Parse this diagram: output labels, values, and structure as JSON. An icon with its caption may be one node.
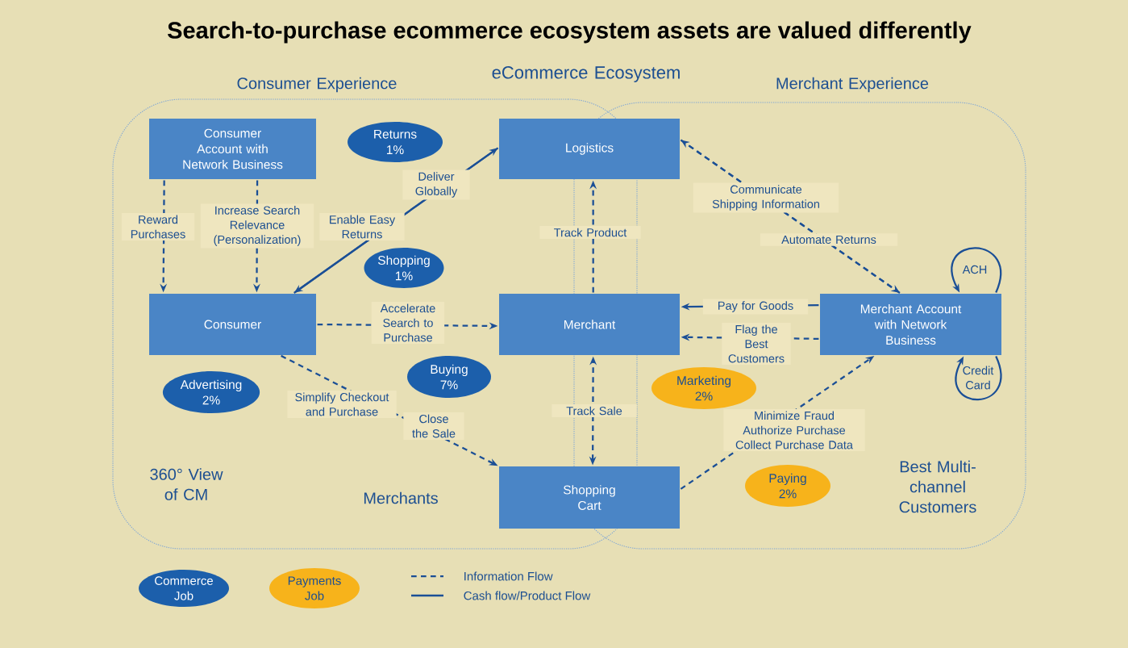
{
  "diagram": {
    "title": "Search-to-purchase ecommerce ecosystem assets are valued differently",
    "nodes": [
      {
        "text": [
          "Consumer Experience",
          "360° View of CM",
          "Merchants"
        ]
      },
      {
        "text": [
          "Merchant Experience",
          "Best Multi-channel Customers"
        ]
      },
      {
        "text": [
          "Consumer Account with Network Business"
        ],
        "in": 0
      },
      {
        "text": [
          "Returns 1%"
        ],
        "in": 0
      },
      {
        "text": [
          "Logistics"
        ]
      },
      {
        "text": [
          "Shopping 1%"
        ],
        "in": 0
      },
      {
        "text": [
          "Consumer"
        ],
        "in": 0
      },
      {
        "text": [
          "Merchant"
        ]
      },
      {
        "text": [
          "Merchant Account with Network Business"
        ],
        "in": 1
      },
      {
        "text": [
          "Advertising 2%"
        ],
        "in": 0
      },
      {
        "text": [
          "Buying 7%"
        ],
        "in": 0
      },
      {
        "text": [
          "Marketing 2%"
        ],
        "in": 1
      },
      {
        "text": [
          "Shopping Cart"
        ]
      },
      {
        "text": [
          "Paying 2%"
        ],
        "in": 1
      }
    ],
    "edges": [
      {
        "from": 2,
        "to": 6,
        "arrow": "to",
        "label": "Reward Purchases",
        "style": "dashed"
      },
      {
        "from": 2,
        "to": 6,
        "arrow": "to",
        "label": "Increase Search Relevance (Personalization)",
        "style": "dashed"
      },
      {
        "from": 6,
        "to": 4,
        "arrow": "to",
        "label": "Deliver Globally"
      },
      {
        "from": 4,
        "to": 6,
        "arrow": "to",
        "label": "Enable Easy Returns"
      },
      {
        "from": 6,
        "to": 7,
        "arrow": "to",
        "label": "Accelerate Search to Purchase",
        "style": "dashed"
      },
      {
        "from": 6,
        "to": 12,
        "arrow": "to",
        "label": "Simplify Checkout and Purchase",
        "style": "dashed"
      },
      {
        "from": 7,
        "to": 4,
        "arrow": "to",
        "label": "Track Product",
        "style": "dashed"
      },
      {
        "from": 12,
        "to": 7,
        "arrow": "both",
        "label": "Track Sale",
        "style": "dashed"
      },
      {
        "from": 8,
        "to": 7,
        "arrow": "to",
        "label": "Pay for Goods"
      },
      {
        "from": 8,
        "to": 7,
        "arrow": "to",
        "label": "Flag the Best Customers",
        "style": "dashed"
      },
      {
        "from": 8,
        "to": 4,
        "arrow": "to",
        "label": "Communicate Shipping Information",
        "style": "dashed"
      },
      {
        "from": 4,
        "to": 8,
        "arrow": "to",
        "label": "Automate Returns",
        "style": "dashed"
      },
      {
        "from": 8,
        "to": 8,
        "arrow": "to",
        "label": "ACH"
      },
      {
        "from": 8,
        "to": 8,
        "arrow": "to",
        "label": "Credit Card"
      },
      {
        "from": 12,
        "to": 8,
        "arrow": "to",
        "label": "Minimize Fraud Authorize Purchase Collect Purchase Data",
        "style": "dashed"
      }
    ],
    "labels": [
      "eCommerce Ecosystem",
      "Close the Sale"
    ],
    "legend": [
      {
        "text": "Commerce Job",
        "color": "#1c5fab"
      },
      {
        "text": "Payments Job",
        "color": "#f7b31b"
      },
      {
        "text": "Information Flow"
      },
      {
        "text": "Cash flow/Product Flow"
      }
    ]
  }
}
